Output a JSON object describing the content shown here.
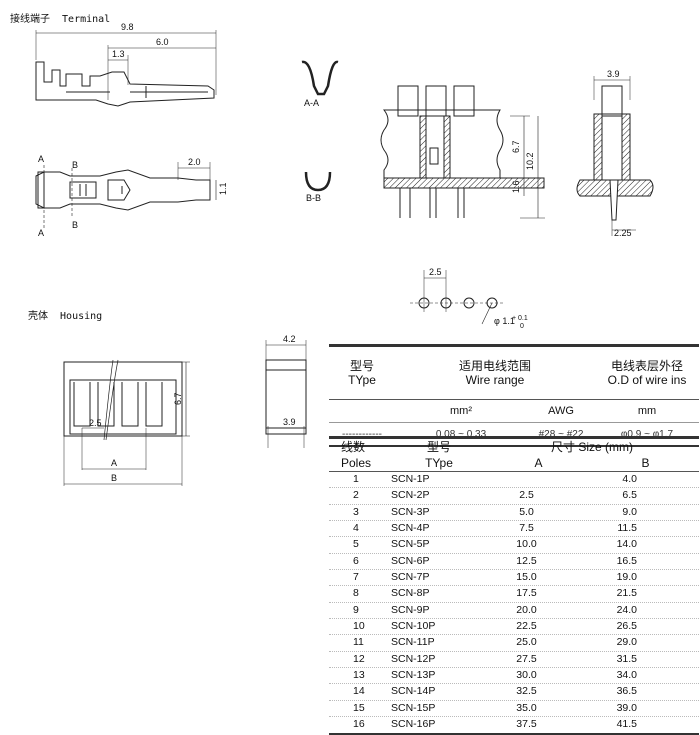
{
  "sections": {
    "terminal_title": "接线端子  Terminal",
    "housing_title": "壳体  Housing"
  },
  "terminal_dims": {
    "overall": "9.8",
    "length": "6.0",
    "inset": "1.3",
    "tip": "2.0",
    "height": "1.1",
    "sec_a": "A",
    "sec_b": "B"
  },
  "sections_views": {
    "aa": "A-A",
    "bb": "B-B"
  },
  "assembly_dims": {
    "d1": "6.7",
    "d2": "10.2",
    "d3": "1.6",
    "d4": "3.9",
    "d5": "2.25"
  },
  "pcb_dims": {
    "pitch": "2.5",
    "hole": "1.1",
    "tol_plus": "+ 0.1",
    "tol_zero": "0"
  },
  "housing_dims": {
    "height": "6.7",
    "pitch": "2.5",
    "a": "A",
    "b": "B",
    "top": "4.2",
    "bottom": "3.9"
  },
  "spec_table": {
    "type_cn": "型号",
    "type_en": "TYpe",
    "wire_range_cn": "适用电线范围",
    "wire_range_en": "Wire range",
    "od_cn": "电线表层外径",
    "od_en": "O.D of wire ins",
    "unit_mm2": "mm²",
    "unit_awg": "AWG",
    "unit_mm": "mm",
    "type_value": "------------",
    "mm2_value": "0.08 ~ 0.33",
    "awg_value": "#28 ~ #22",
    "od_value": "φ0.9 ~ φ1.7"
  },
  "size_table": {
    "poles_cn": "线数",
    "poles_en": "Poles",
    "type_cn": "型号",
    "type_en": "TYpe",
    "size_title": "尺寸 Size (mm)",
    "col_a": "A",
    "col_b": "B",
    "rows": [
      {
        "poles": "1",
        "type": "SCN-1P",
        "a": "",
        "b": "4.0"
      },
      {
        "poles": "2",
        "type": "SCN-2P",
        "a": "2.5",
        "b": "6.5"
      },
      {
        "poles": "3",
        "type": "SCN-3P",
        "a": "5.0",
        "b": "9.0"
      },
      {
        "poles": "4",
        "type": "SCN-4P",
        "a": "7.5",
        "b": "11.5"
      },
      {
        "poles": "5",
        "type": "SCN-5P",
        "a": "10.0",
        "b": "14.0"
      },
      {
        "poles": "6",
        "type": "SCN-6P",
        "a": "12.5",
        "b": "16.5"
      },
      {
        "poles": "7",
        "type": "SCN-7P",
        "a": "15.0",
        "b": "19.0"
      },
      {
        "poles": "8",
        "type": "SCN-8P",
        "a": "17.5",
        "b": "21.5"
      },
      {
        "poles": "9",
        "type": "SCN-9P",
        "a": "20.0",
        "b": "24.0"
      },
      {
        "poles": "10",
        "type": "SCN-10P",
        "a": "22.5",
        "b": "26.5"
      },
      {
        "poles": "11",
        "type": "SCN-11P",
        "a": "25.0",
        "b": "29.0"
      },
      {
        "poles": "12",
        "type": "SCN-12P",
        "a": "27.5",
        "b": "31.5"
      },
      {
        "poles": "13",
        "type": "SCN-13P",
        "a": "30.0",
        "b": "34.0"
      },
      {
        "poles": "14",
        "type": "SCN-14P",
        "a": "32.5",
        "b": "36.5"
      },
      {
        "poles": "15",
        "type": "SCN-15P",
        "a": "35.0",
        "b": "39.0"
      },
      {
        "poles": "16",
        "type": "SCN-16P",
        "a": "37.5",
        "b": "41.5"
      }
    ]
  }
}
